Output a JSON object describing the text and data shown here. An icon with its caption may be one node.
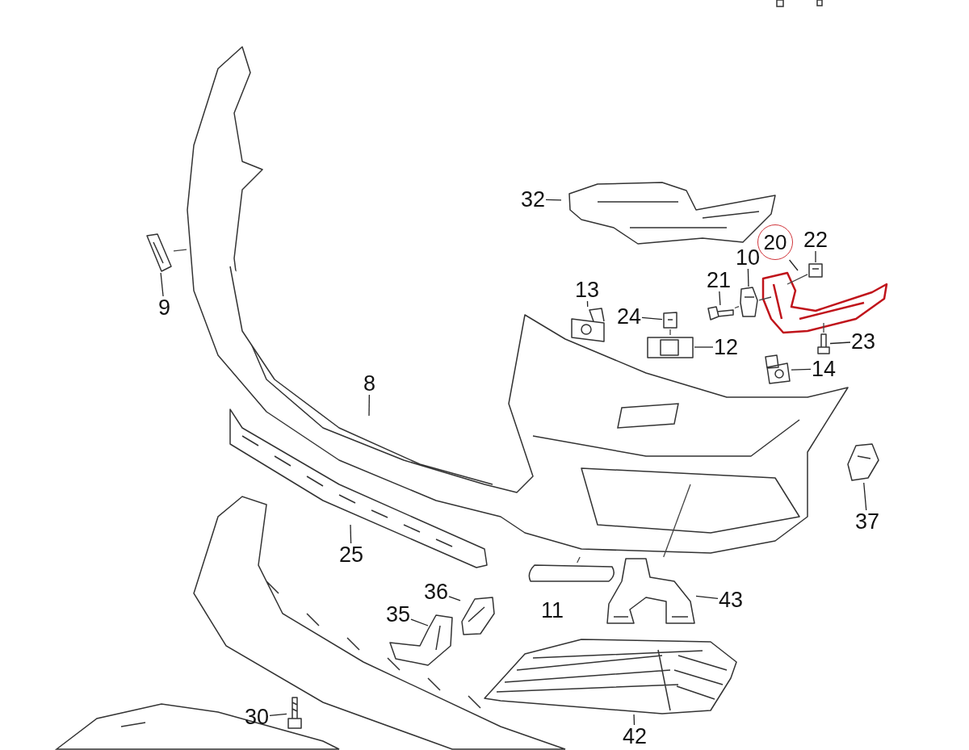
{
  "diagram": {
    "nodes": [
      {
        "text": [
          "32"
        ]
      },
      {
        "text": [
          "20"
        ]
      },
      {
        "text": [
          "22"
        ]
      },
      {
        "text": [
          "10"
        ]
      },
      {
        "text": [
          "21"
        ]
      },
      {
        "text": [
          "9"
        ]
      },
      {
        "text": [
          "13"
        ]
      },
      {
        "text": [
          "24"
        ]
      },
      {
        "text": [
          "12"
        ]
      },
      {
        "text": [
          "23"
        ]
      },
      {
        "text": [
          "14"
        ]
      },
      {
        "text": [
          "8"
        ]
      },
      {
        "text": [
          "37"
        ]
      },
      {
        "text": [
          "25"
        ]
      },
      {
        "text": [
          "36"
        ]
      },
      {
        "text": [
          "35"
        ]
      },
      {
        "text": [
          "43"
        ]
      },
      {
        "text": [
          "30"
        ]
      },
      {
        "text": [
          "42"
        ]
      },
      {
        "text": [],
        "shape": "picture"
      },
      {
        "text": [],
        "shape": "picture"
      },
      {
        "text": [],
        "shape": "picture"
      },
      {
        "text": [],
        "shape": "picture"
      },
      {
        "text": [],
        "shape": "picture"
      },
      {
        "text": [],
        "shape": "picture"
      },
      {
        "text": [],
        "shape": "picture"
      },
      {
        "text": [],
        "shape": "picture"
      },
      {
        "text": [],
        "shape": "picture"
      },
      {
        "text": [],
        "shape": "box"
      },
      {
        "text": [],
        "shape": "picture"
      },
      {
        "text": [],
        "shape": "picture"
      },
      {
        "text": [],
        "shape": "picture"
      },
      {
        "text": [],
        "shape": "picture"
      },
      {
        "text": [],
        "shape": "box"
      },
      {
        "text": [],
        "shape": "picture"
      },
      {
        "text": [],
        "shape": "picture"
      },
      {
        "text": [],
        "shape": "picture"
      },
      {
        "text": [],
        "shape": "picture"
      },
      {
        "text": [],
        "shape": "picture"
      }
    ],
    "edges": [
      {
        "from": 0,
        "to": 20,
        "arrow": "none"
      },
      {
        "from": 1,
        "to": 21,
        "arrow": "none"
      },
      {
        "from": 2,
        "to": 22,
        "arrow": "none"
      },
      {
        "from": 3,
        "to": 23,
        "arrow": "none"
      },
      {
        "from": 4,
        "to": 24,
        "arrow": "none"
      },
      {
        "from": 5,
        "to": 25,
        "arrow": "none"
      },
      {
        "from": 6,
        "to": 26,
        "arrow": "none"
      },
      {
        "from": 7,
        "to": 27,
        "arrow": "none"
      },
      {
        "from": 8,
        "to": 28,
        "arrow": "none"
      },
      {
        "from": 9,
        "to": 29,
        "arrow": "none"
      },
      {
        "from": 10,
        "to": 30,
        "arrow": "none"
      },
      {
        "from": 11,
        "to": 19,
        "arrow": "none"
      },
      {
        "from": 12,
        "to": 31,
        "arrow": "none"
      },
      {
        "from": 13,
        "to": 32,
        "arrow": "none"
      },
      {
        "from": 14,
        "to": 34,
        "arrow": "none"
      },
      {
        "from": 15,
        "to": 35,
        "arrow": "none"
      },
      {
        "from": 16,
        "to": 36,
        "arrow": "none"
      },
      {
        "from": 17,
        "to": 37,
        "arrow": "none"
      },
      {
        "from": 18,
        "to": 38,
        "arrow": "none"
      },
      {
        "from": 33,
        "to": 19,
        "arrow": "none"
      },
      {
        "from": 36,
        "to": 19,
        "arrow": "none"
      },
      {
        "from": 25,
        "to": 19,
        "arrow": "none"
      },
      {
        "from": 24,
        "to": 23,
        "arrow": "none"
      },
      {
        "from": 23,
        "to": 21,
        "arrow": "none"
      },
      {
        "from": 22,
        "to": 21,
        "arrow": "none"
      },
      {
        "from": 27,
        "to": 28,
        "arrow": "none"
      },
      {
        "from": 29,
        "to": 21,
        "arrow": "none"
      }
    ],
    "labels": [
      "11"
    ]
  }
}
